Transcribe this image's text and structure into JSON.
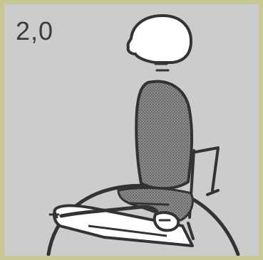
{
  "panel": {
    "score_label": "2,0",
    "colors": {
      "frame": "#c8c895",
      "background": "#ccccca",
      "ink": "#3a3a3a",
      "body_fill": "#6b6b6b",
      "head_fill": "#ffffff"
    },
    "figure": {
      "icon": "seated-person-in-wheelchair",
      "parts": [
        "head",
        "neck-marks",
        "torso",
        "wheelchair-backrest",
        "wheelchair-seat",
        "wheelchair-wheel",
        "arm",
        "hand"
      ]
    }
  }
}
